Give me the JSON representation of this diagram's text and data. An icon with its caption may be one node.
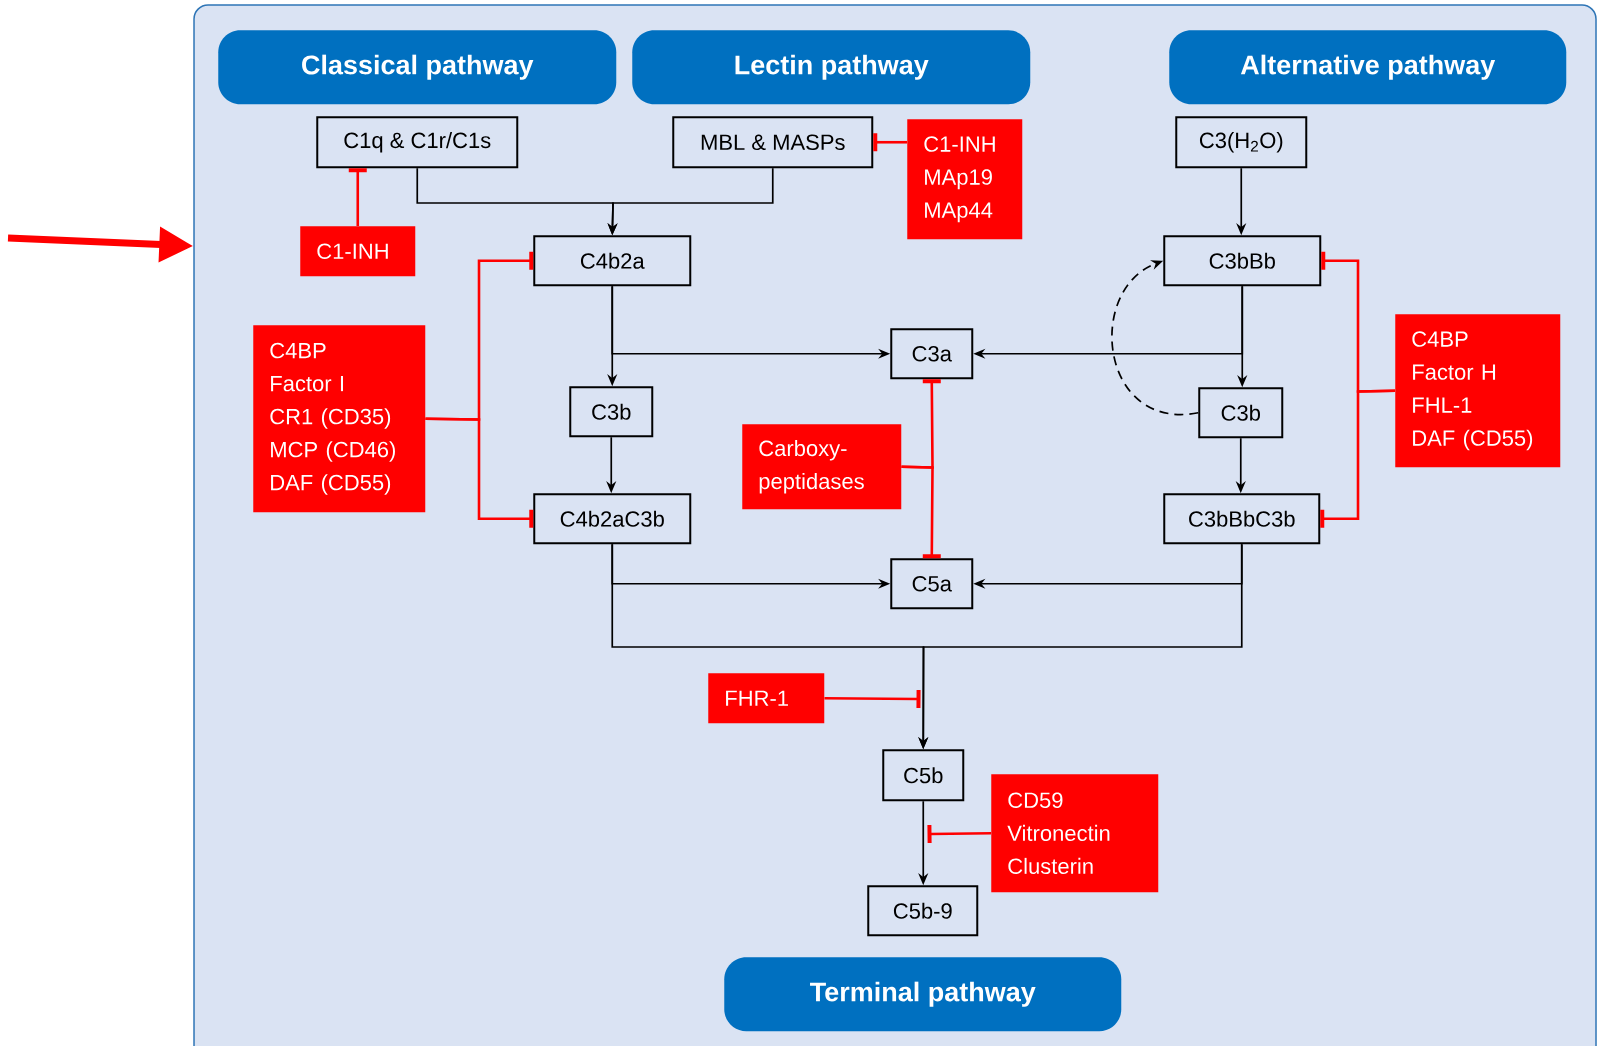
{
  "diagram": {
    "nodes": [
      {
        "text": [],
        "shape": "box"
      },
      {
        "text": [
          "Classical pathway"
        ],
        "in": 0
      },
      {
        "text": [
          "Lectin pathway"
        ],
        "in": 0
      },
      {
        "text": [
          "Alternative pathway"
        ],
        "in": 0
      },
      {
        "text": [
          "C1q & C1r/C1s"
        ],
        "in": 0
      },
      {
        "text": [
          "MBL & MASPs"
        ],
        "in": 0
      },
      {
        "text": [
          "C1-INH",
          "MAp19",
          "MAp44"
        ],
        "in": 0
      },
      {
        "text": [
          "C3(H$_{2}$O)"
        ],
        "in": 0
      },
      {
        "text": [
          "C1-INH"
        ],
        "in": 0
      },
      {
        "text": [
          "C4b2a"
        ],
        "in": 0
      },
      {
        "text": [
          "C3bBb"
        ],
        "in": 0
      },
      {
        "text": [
          "C4BP",
          "Factor I",
          "CR1 (CD35)",
          "MCP (CD46)",
          "DAF  (CD55)"
        ],
        "in": 0
      },
      {
        "text": [
          "C3a"
        ],
        "in": 0
      },
      {
        "text": [
          "C3b"
        ],
        "in": 0
      },
      {
        "text": [
          "C3b"
        ],
        "in": 0
      },
      {
        "text": [
          "C4BP",
          "Factor H",
          "FHL-1",
          "DAF (CD55)"
        ],
        "in": 0
      },
      {
        "text": [
          "Carboxy-peptidases"
        ],
        "in": 0
      },
      {
        "text": [
          "C4b2aC3b"
        ],
        "in": 0
      },
      {
        "text": [
          "C3bBbC3b"
        ],
        "in": 0
      },
      {
        "text": [
          "C5a"
        ],
        "in": 0
      },
      {
        "text": [
          "FHR-1"
        ],
        "in": 0
      },
      {
        "text": [
          "C5b"
        ],
        "in": 0
      },
      {
        "text": [
          "CD59",
          "Vitronectin",
          "Clusterin"
        ],
        "in": 0
      },
      {
        "text": [
          "C5b-9"
        ],
        "in": 0
      },
      {
        "text": [
          "Terminal pathway"
        ],
        "in": 0
      }
    ],
    "edges": [
      {
        "from": null,
        "to": 0,
        "arrow": "to",
        "style": "thick",
        "color": "#ff0000"
      },
      {
        "from": 4,
        "to": 9,
        "arrow": "to"
      },
      {
        "from": 5,
        "to": 9,
        "arrow": "to"
      },
      {
        "from": 8,
        "to": 4,
        "arrow": "other",
        "color": "#ff0000"
      },
      {
        "from": 6,
        "to": 5,
        "arrow": "other",
        "color": "#ff0000"
      },
      {
        "from": 7,
        "to": 10,
        "arrow": "to"
      },
      {
        "from": 9,
        "to": 13,
        "arrow": "to"
      },
      {
        "from": 9,
        "to": 12,
        "arrow": "to"
      },
      {
        "from": 10,
        "to": 12,
        "arrow": "to"
      },
      {
        "from": 10,
        "to": 14,
        "arrow": "to"
      },
      {
        "from": 14,
        "to": 10,
        "arrow": "to",
        "style": "dashed"
      },
      {
        "from": 13,
        "to": 17,
        "arrow": "to"
      },
      {
        "from": 14,
        "to": 18,
        "arrow": "to"
      },
      {
        "from": 11,
        "to": 9,
        "arrow": "other",
        "color": "#ff0000"
      },
      {
        "from": 11,
        "to": 17,
        "arrow": "other",
        "color": "#ff0000"
      },
      {
        "from": 15,
        "to": 10,
        "arrow": "other",
        "color": "#ff0000"
      },
      {
        "from": 15,
        "to": 18,
        "arrow": "other",
        "color": "#ff0000"
      },
      {
        "from": 16,
        "to": 12,
        "arrow": "other",
        "color": "#ff0000"
      },
      {
        "from": 16,
        "to": 19,
        "arrow": "other",
        "color": "#ff0000"
      },
      {
        "from": 17,
        "to": 19,
        "arrow": "to"
      },
      {
        "from": 18,
        "to": 19,
        "arrow": "to"
      },
      {
        "from": 17,
        "to": 21,
        "arrow": "to"
      },
      {
        "from": 18,
        "to": 21,
        "arrow": "to"
      },
      {
        "from": 20,
        "to": null,
        "arrow": "other",
        "color": "#ff0000"
      },
      {
        "from": 22,
        "to": null,
        "arrow": "other",
        "color": "#ff0000"
      },
      {
        "from": 21,
        "to": 23,
        "arrow": "to"
      }
    ]
  }
}
